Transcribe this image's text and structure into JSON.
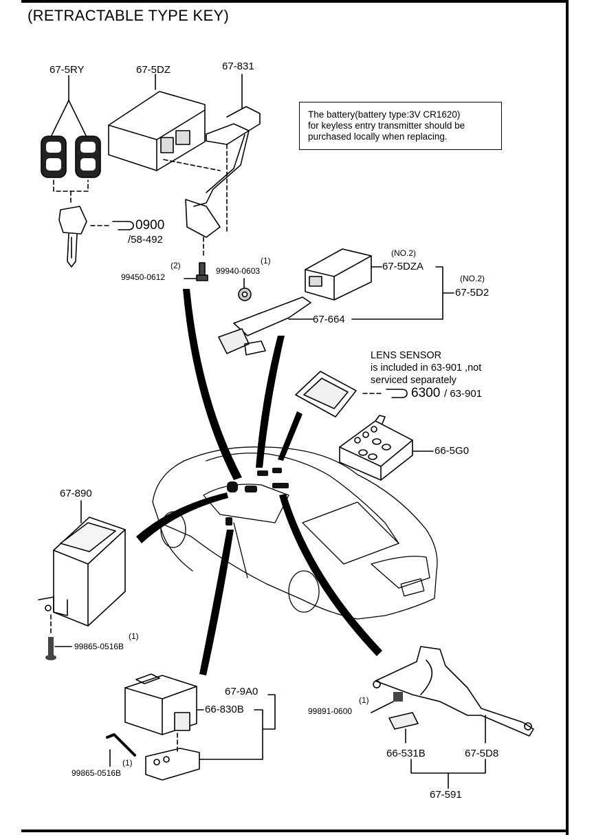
{
  "title": "(RETRACTABLE TYPE KEY)",
  "note": {
    "line1": "The battery(battery type:3V CR1620)",
    "line2": "for keyless entry transmitter should be",
    "line3": "purchased locally when replacing."
  },
  "lens_sensor": {
    "line1": "LENS SENSOR",
    "line2": "is included in 63-901 ,not",
    "line3": "serviced separately"
  },
  "refs": {
    "ref_0900": "0900",
    "ref_58492": "/58-492",
    "ref_6300": "6300",
    "ref_63901": "/ 63-901"
  },
  "parts": {
    "p675ry": "67-5RY",
    "p675dz": "67-5DZ",
    "p67831": "67-831",
    "p994500612": "99450-0612",
    "q994500612": "(2)",
    "p999400603": "99940-0603",
    "q999400603": "(1)",
    "p675dza": "67-5DZA",
    "q675dza": "(NO.2)",
    "p675d2": "67-5D2",
    "q675d2": "(NO.2)",
    "p67664": "67-664",
    "p665g0": "66-5G0",
    "p67890": "67-890",
    "p998650516b_a": "99865-0516B",
    "q998650516b_a": "(1)",
    "p679a0": "67-9A0",
    "p66830b": "66-830B",
    "p998650516b_b": "99865-0516B",
    "q998650516b_b": "(1)",
    "p998910600": "99891-0600",
    "q998910600": "(1)",
    "p66531b": "66-531B",
    "p675d8": "67-5D8",
    "p67591": "67-591"
  }
}
